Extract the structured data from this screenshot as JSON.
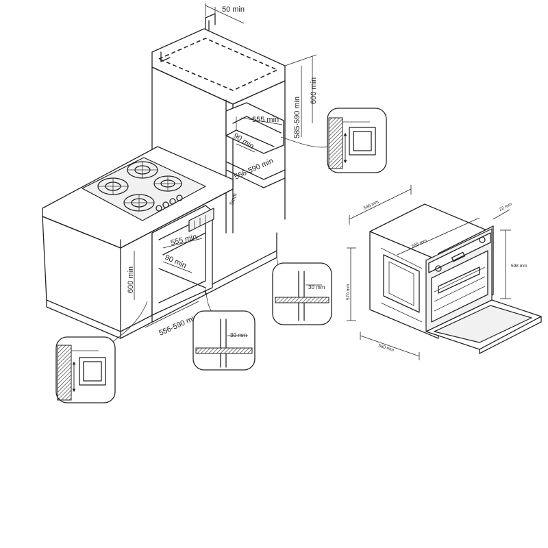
{
  "labels": {
    "top_clearance": "50 min",
    "niche_height_range": "585-590 min",
    "niche_height_600": "600 min",
    "upper_depth_555": "555 min",
    "upper_vent_90": "90 min",
    "upper_width_556_590": "556-590 min",
    "hob_gap": "5mm",
    "under_depth_555": "555 min",
    "under_vent_90": "90 min",
    "under_height_600": "600 min",
    "under_width_556_590": "556-590 min",
    "detail_30mm_a": "30 mm",
    "detail_30mm_b": "30 mm",
    "oven_depth_546": "546 mm",
    "oven_front_595": "595 mm",
    "oven_door_22": "22 mm",
    "oven_height_598": "598 mm",
    "oven_body_570": "570 mm",
    "oven_width_560": "560 mm"
  },
  "icons": {
    "vent_detail_upper": "ventilation-detail-icon",
    "vent_detail_lower": "ventilation-detail-icon",
    "floor_detail_a": "plinth-detail-icon",
    "floor_detail_b": "plinth-detail-icon"
  }
}
